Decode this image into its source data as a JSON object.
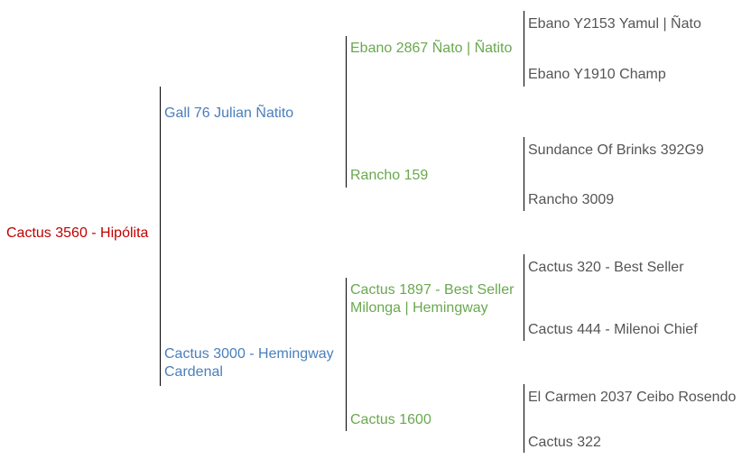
{
  "pedigree": {
    "subject": {
      "name": "Cactus 3560 - Hipólita",
      "color": "#c00000"
    },
    "parents": [
      {
        "name": "Gall 76 Julian Ñatito",
        "color": "#4a7ebb"
      },
      {
        "name_line1": "Cactus 3000 - Hemingway",
        "name_line2": "Cardenal",
        "color": "#4a7ebb"
      }
    ],
    "grandparents": [
      {
        "name": "Ebano 2867 Ñato | Ñatito",
        "color": "#6aa84f"
      },
      {
        "name": "Rancho 159",
        "color": "#6aa84f"
      },
      {
        "name_line1": "Cactus 1897 - Best Seller",
        "name_line2": "Milonga | Hemingway",
        "color": "#6aa84f"
      },
      {
        "name": "Cactus 1600",
        "color": "#6aa84f"
      }
    ],
    "great_grandparents": [
      {
        "name": "Ebano Y2153 Yamul | Ñato"
      },
      {
        "name": "Ebano Y1910 Champ"
      },
      {
        "name": "Sundance Of Brinks 392G9"
      },
      {
        "name": "Rancho 3009"
      },
      {
        "name": "Cactus 320 - Best Seller"
      },
      {
        "name": "Cactus 444 - Milenoi Chief"
      },
      {
        "name": "El Carmen 2037 Ceibo Rosendo"
      },
      {
        "name": "Cactus 322"
      }
    ]
  }
}
